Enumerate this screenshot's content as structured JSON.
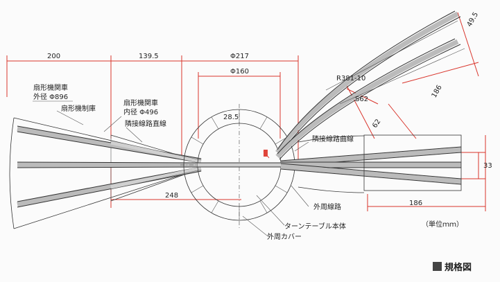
{
  "dimensions": {
    "d200": "200",
    "d139_5": "139.5",
    "phi217": "Φ217",
    "phi160": "Φ160",
    "d28_5": "28.5",
    "d248": "248",
    "r381": "R381-10",
    "s62": "S62",
    "d62": "62",
    "d186_upper": "186",
    "d186_lower": "186",
    "d49_5": "49.5",
    "d33": "33"
  },
  "labels": {
    "fan_outer_name": "扇形機関車",
    "fan_outer_dia": "外径 Φ896",
    "fan_ground": "扇形機制庫",
    "fan_inner_name": "扇形機関車",
    "fan_inner_dia": "内径 Φ496",
    "adjacent_straight": "隣接線路直線",
    "adjacent_curve": "隣接線路曲線",
    "outer_track": "外周線路",
    "turntable_body": "ターンテーブル本体",
    "outer_cover": "外周カバー",
    "unit": "（単位ｍｍ）",
    "figure_title": "規格図"
  },
  "colors": {
    "dimension_line": "#d9342b",
    "ink": "#222222",
    "ballast": "#bbbbbb",
    "legend_box": "#444444"
  }
}
